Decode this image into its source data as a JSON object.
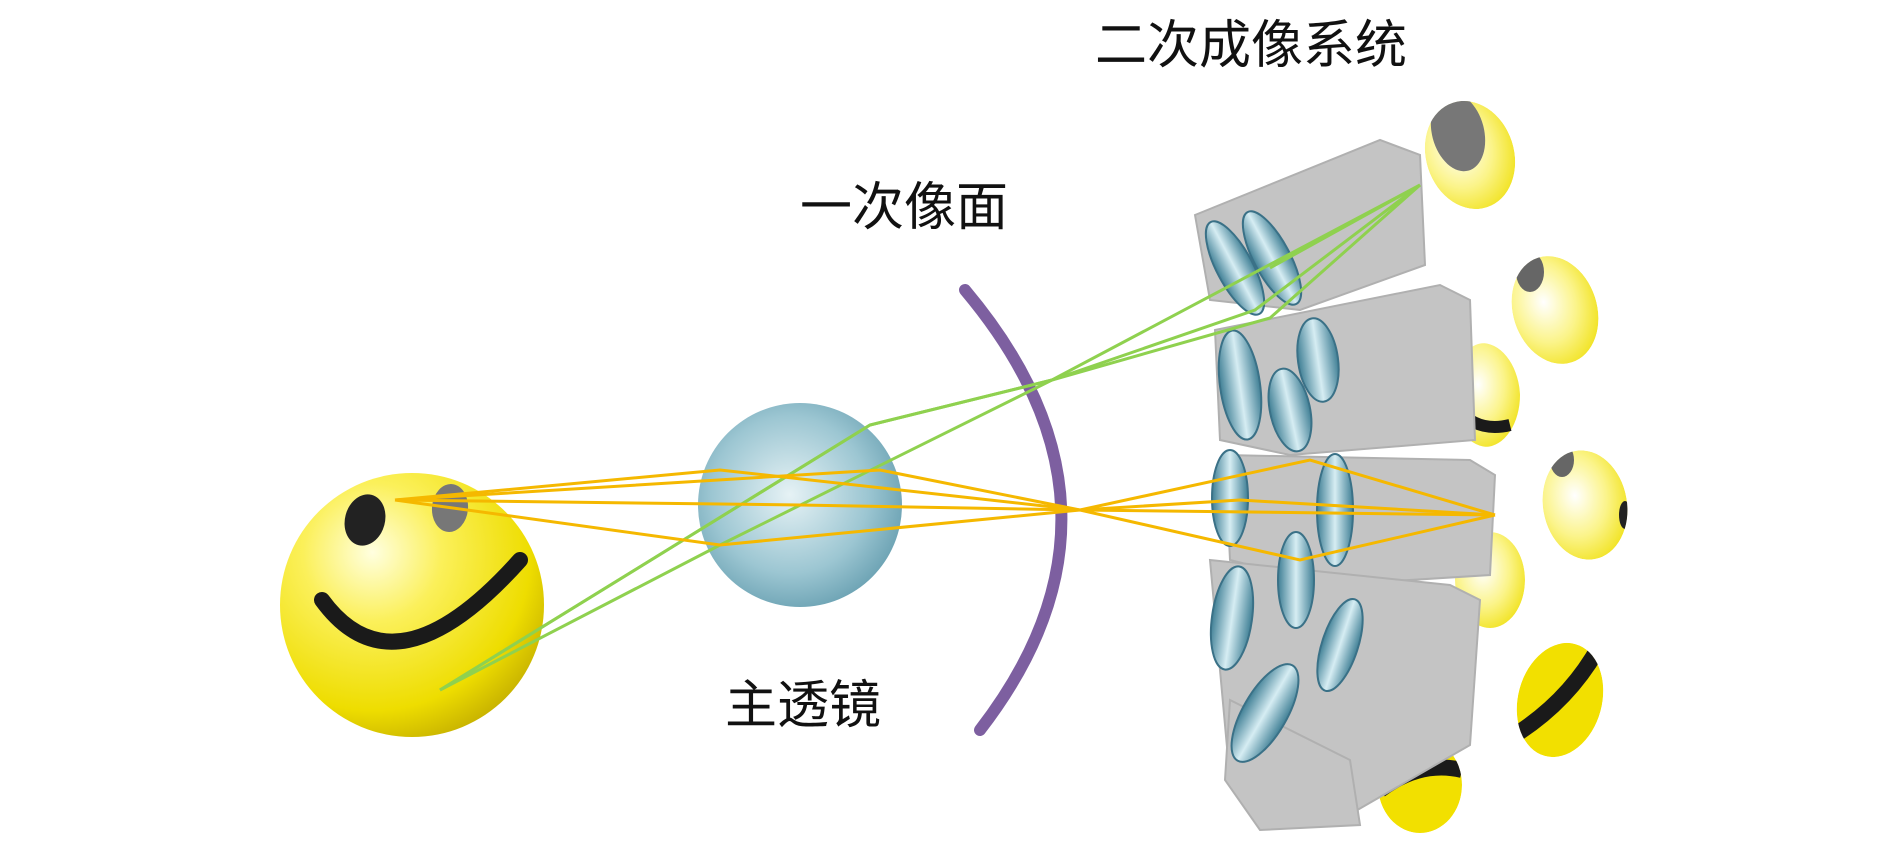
{
  "labels": {
    "secondary_imaging_system": "二次成像系统",
    "primary_image_plane": "一次像面",
    "main_lens": "主透镜"
  },
  "colors": {
    "smiley_yellow": "#f2e000",
    "smiley_dark": "#1a1a1a",
    "lens_blue": "#7fb3c4",
    "image_plane": "#7d5fa0",
    "ray_green": "#8fd14f",
    "ray_orange": "#f5b800",
    "barrel_gray": "#c4c4c4"
  },
  "icons": {
    "object": "smiley-face-icon",
    "main_lens": "spherical-lens-icon",
    "image_plane": "curved-plane-icon",
    "microlens": "lens-element-icon",
    "sub_image": "partial-smiley-icon"
  }
}
